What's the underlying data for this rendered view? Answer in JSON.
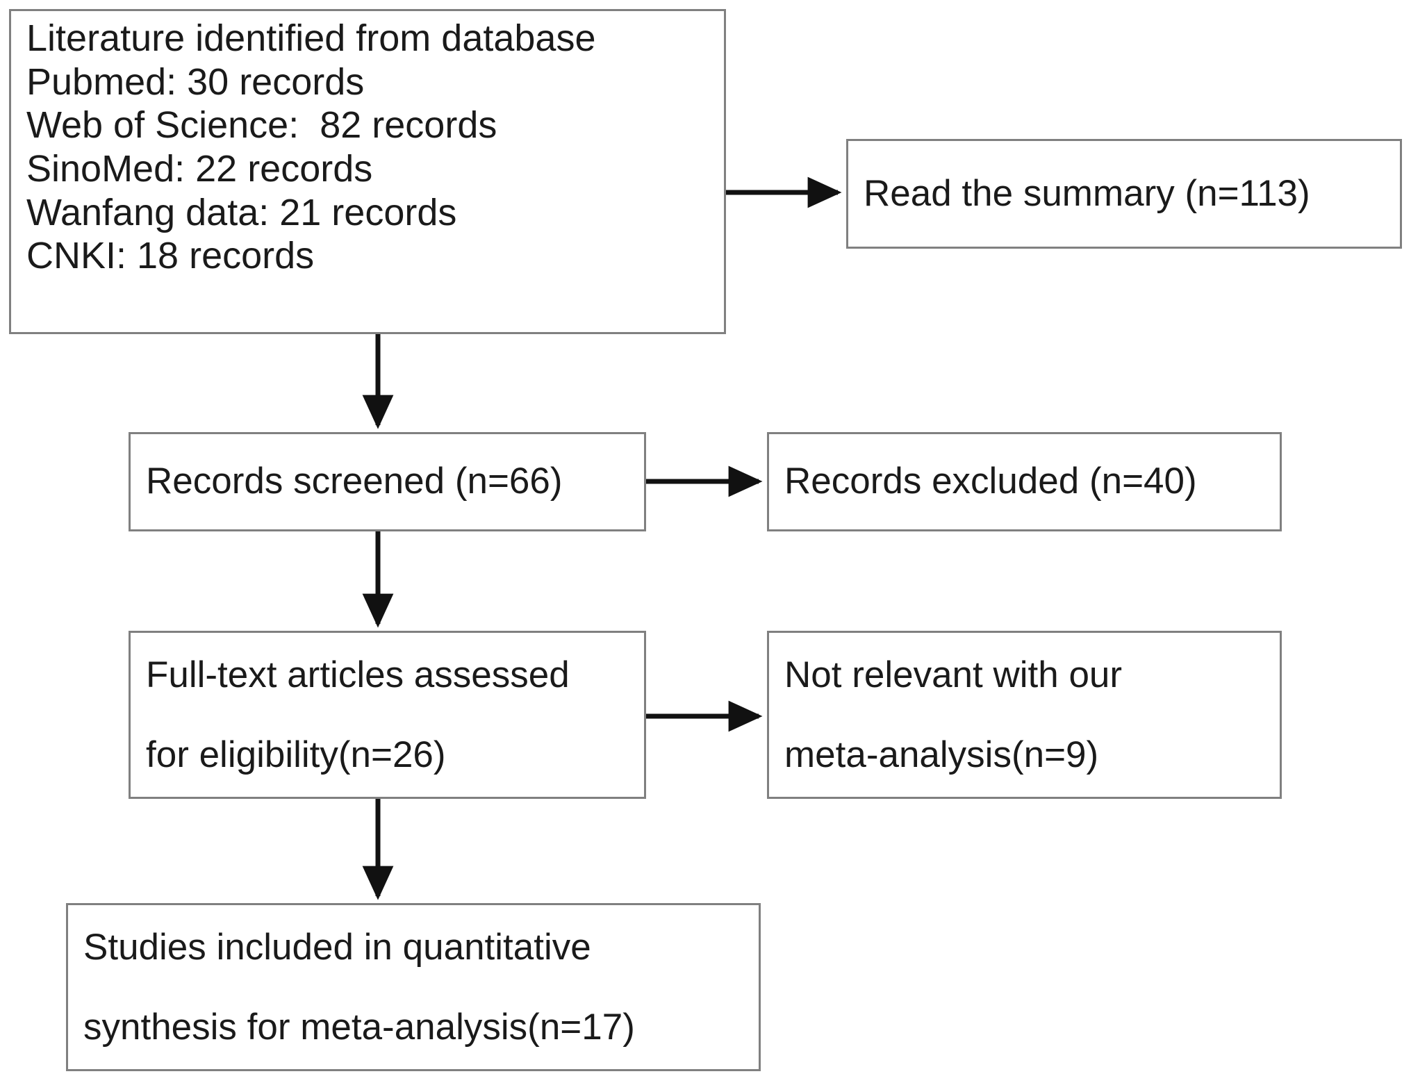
{
  "diagram": {
    "type": "prisma-flow-diagram",
    "nodes": {
      "identification": {
        "lines": [
          "Literature identified from database",
          "Pubmed: 30 records",
          "Web of Science:  82 records",
          "SinoMed: 22 records",
          "Wanfang data: 21 records",
          "CNKI: 18 records"
        ],
        "sources": [
          {
            "name": "Pubmed",
            "records": 30
          },
          {
            "name": "Web of Science",
            "records": 82
          },
          {
            "name": "SinoMed",
            "records": 22
          },
          {
            "name": "Wanfang data",
            "records": 21
          },
          {
            "name": "CNKI",
            "records": 18
          }
        ]
      },
      "read_summary": {
        "lines": [
          "Read the summary (n=113)"
        ],
        "n": 113
      },
      "records_screened": {
        "lines": [
          "Records screened (n=66)"
        ],
        "n": 66
      },
      "records_excluded": {
        "lines": [
          "Records excluded (n=40)"
        ],
        "n": 40
      },
      "fulltext_assessed": {
        "lines": [
          "Full-text articles assessed",
          "for eligibility(n=26)"
        ],
        "n": 26
      },
      "not_relevant": {
        "lines": [
          "Not relevant with our",
          "meta-analysis(n=9)"
        ],
        "n": 9
      },
      "studies_included": {
        "lines": [
          "Studies included in quantitative",
          "synthesis for meta-analysis(n=17)"
        ],
        "n": 17
      }
    },
    "edges": [
      {
        "from": "identification",
        "to": "read_summary",
        "direction": "right"
      },
      {
        "from": "identification",
        "to": "records_screened",
        "direction": "down"
      },
      {
        "from": "records_screened",
        "to": "records_excluded",
        "direction": "right"
      },
      {
        "from": "records_screened",
        "to": "fulltext_assessed",
        "direction": "down"
      },
      {
        "from": "fulltext_assessed",
        "to": "not_relevant",
        "direction": "right"
      },
      {
        "from": "fulltext_assessed",
        "to": "studies_included",
        "direction": "down"
      }
    ],
    "colors": {
      "box_border": "#808080",
      "background": "#ffffff",
      "text": "#1a1a1a",
      "arrow": "#000000"
    }
  }
}
